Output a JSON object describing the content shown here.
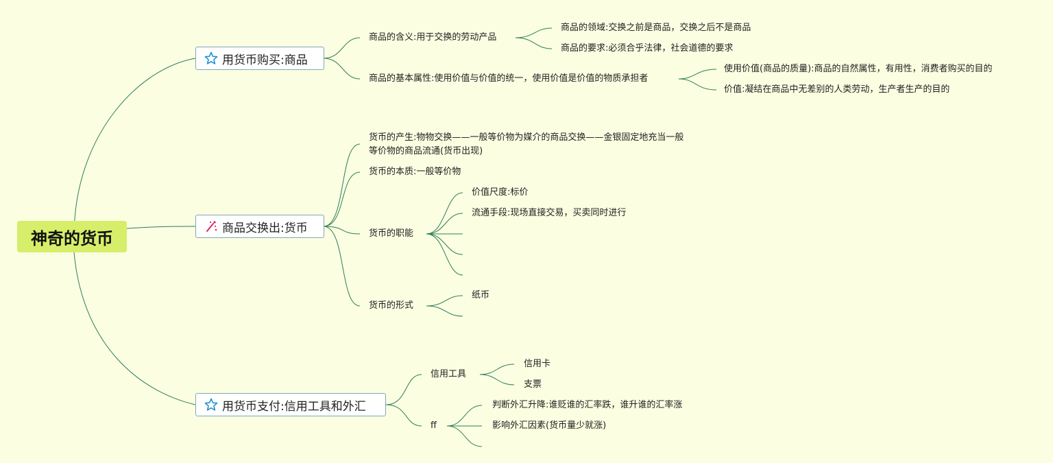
{
  "root": {
    "label": "神奇的货币"
  },
  "branches": [
    {
      "label": "用货币购买:商品",
      "icon": "star-icon",
      "children": [
        {
          "label": "商品的含义:用于交换的劳动产品",
          "children": [
            "商品的领域:交换之前是商品，交换之后不是商品",
            "商品的要求:必须合乎法律，社会道德的要求"
          ]
        },
        {
          "label": "商品的基本属性:使用价值与价值的统一，使用价值是价值的物质承担者",
          "children": [
            "使用价值(商品的质量):商品的自然属性，有用性，消费者购买的目的",
            "价值:凝结在商品中无差别的人类劳动，生产者生产的目的"
          ]
        }
      ]
    },
    {
      "label": "商品交换出:货币",
      "icon": "sparkle-icon",
      "children": [
        {
          "label_line1": "货币的产生:物物交换——一般等价物为媒介的商品交换——金银固定地充当一般",
          "label_line2": "等价物的商品流通(货币出现)"
        },
        {
          "label": "货币的本质:一般等价物"
        },
        {
          "label": "货币的职能",
          "children": [
            "价值尺度:标价",
            "流通手段:现场直接交易，买卖同时进行",
            "",
            "",
            ""
          ]
        },
        {
          "label": "货币的形式",
          "children": [
            "纸币",
            ""
          ]
        }
      ]
    },
    {
      "label": "用货币支付:信用工具和外汇",
      "icon": "star-icon",
      "children": [
        {
          "label": "信用工具",
          "children": [
            "信用卡",
            "支票"
          ]
        },
        {
          "label": "ff",
          "children": [
            "判断外汇升降:谁贬谁的汇率跌，谁升谁的汇率涨",
            "影响外汇因素(货币量少就涨)",
            ""
          ]
        }
      ]
    }
  ],
  "colors": {
    "background": "#fbfee1",
    "root_fill": "#d7ee6a",
    "line": "#2e7d5b",
    "star": "#1e90d6",
    "sparkle": "#e0245e"
  }
}
